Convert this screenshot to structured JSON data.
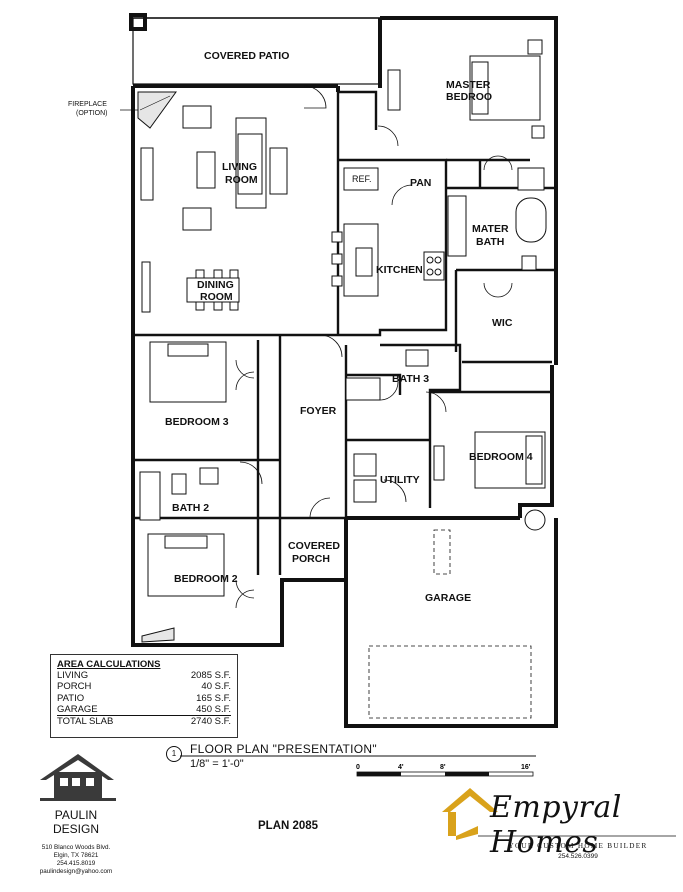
{
  "plan": {
    "title": "FLOOR PLAN \"PRESENTATION\"",
    "scale": "1/8\" = 1'-0\"",
    "detail_number": "1",
    "code": "PLAN 2085",
    "scale_bar": [
      "0",
      "4'",
      "8'",
      "16'"
    ]
  },
  "rooms": {
    "covered_patio": "COVERED PATIO",
    "master_bedroom_l1": "MASTER",
    "master_bedroom_l2": "BEDROO",
    "fireplace_l1": "FIREPLACE",
    "fireplace_l2": "(OPTION)",
    "living_l1": "LIVING",
    "living_l2": "ROOM",
    "dining_l1": "DINING",
    "dining_l2": "ROOM",
    "ref": "REF.",
    "pan": "PAN",
    "kitchen": "KITCHEN",
    "mater_bath_l1": "MATER",
    "mater_bath_l2": "BATH",
    "wic": "WIC",
    "bedroom3": "BEDROOM 3",
    "bath3": "BATH 3",
    "foyer": "FOYER",
    "bedroom4": "BEDROOM 4",
    "bath2": "BATH 2",
    "utility": "UTILITY",
    "covered_porch_l1": "COVERED",
    "covered_porch_l2": "PORCH",
    "bedroom2": "BEDROOM 2",
    "garage": "GARAGE"
  },
  "area_calculations": {
    "heading": "AREA CALCULATIONS",
    "rows": [
      {
        "label": "LIVING",
        "value": "2085 S.F."
      },
      {
        "label": "PORCH",
        "value": "40 S.F."
      },
      {
        "label": "PATIO",
        "value": "165 S.F."
      },
      {
        "label": "GARAGE",
        "value": "450 S.F."
      },
      {
        "label": "TOTAL SLAB",
        "value": "2740 S.F."
      }
    ]
  },
  "designer": {
    "name_l1": "PAULIN",
    "name_l2": "DESIGN",
    "address": "510 Blanco Woods Blvd.",
    "city": "Elgin, TX 78621",
    "phone": "254.415.8019",
    "email": "paulindesign@yahoo.com"
  },
  "builder": {
    "name": "Empyral Homes",
    "tagline": "YOUR CUSTOM HOME BUILDER",
    "phone": "254.526.0399",
    "brand_color": "#d9a21b"
  }
}
